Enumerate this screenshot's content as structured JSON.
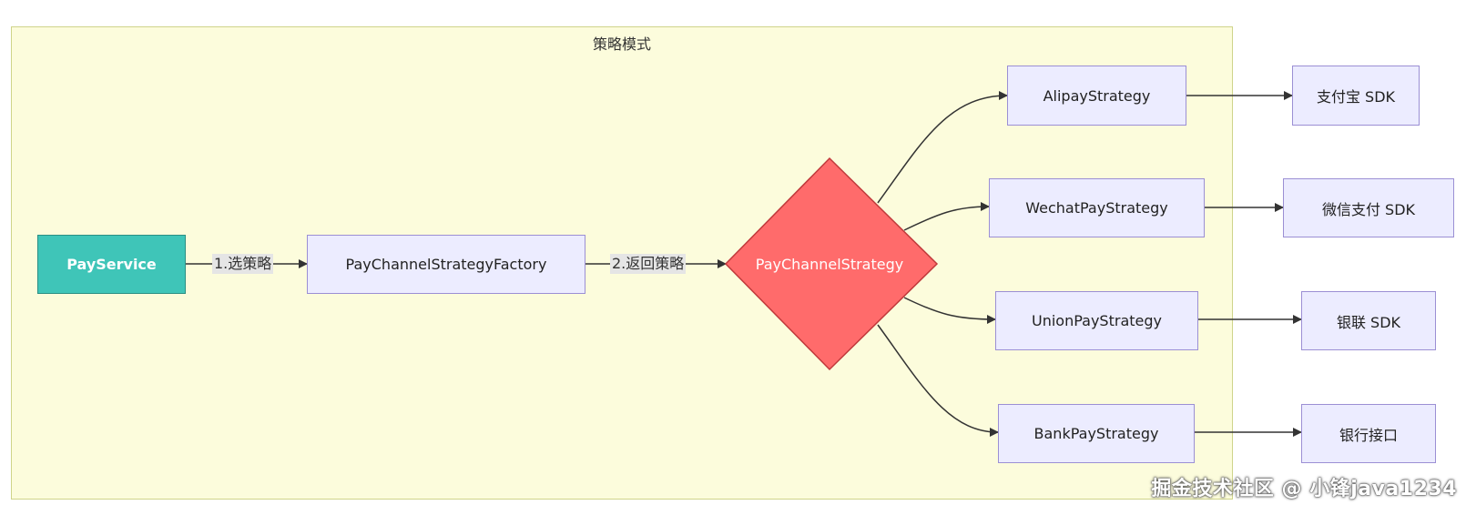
{
  "cluster": {
    "title": "策略模式"
  },
  "nodes": {
    "pay_service": "PayService",
    "factory": "PayChannelStrategyFactory",
    "strategy": "PayChannelStrategy",
    "alipay": "AlipayStrategy",
    "wechat": "WechatPayStrategy",
    "union": "UnionPayStrategy",
    "bank": "BankPayStrategy",
    "alipay_sdk": "支付宝 SDK",
    "wechat_sdk": "微信支付 SDK",
    "union_sdk": "银联 SDK",
    "bank_api": "银行接口"
  },
  "edges": {
    "select": "1.选策略",
    "return": "2.返回策略"
  },
  "watermark": "掘金技术社区 @ 小锋java1234",
  "colors": {
    "cluster_fill": "#fcfcdc",
    "node_fill": "#ececff",
    "start_fill": "#3fc5b8",
    "decision_fill": "#ff6b6b"
  }
}
